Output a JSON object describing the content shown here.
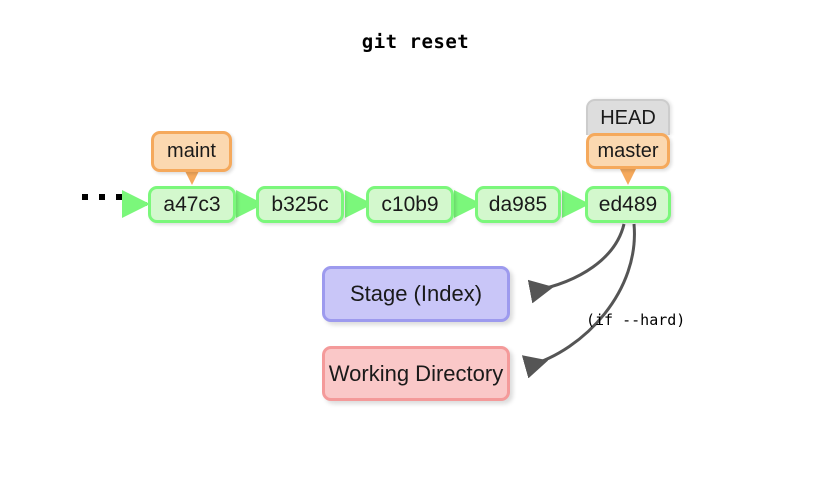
{
  "diagram": {
    "title": "git reset",
    "annotation": "(if --hard)",
    "ellipsis_name": "history-ellipsis",
    "colors": {
      "commit_fill": "#d3f8cd",
      "commit_border": "#7bf77b",
      "branch_fill": "#fbd8b0",
      "branch_border": "#f5a95c",
      "head_fill": "#dddddd",
      "head_border": "#cccccc",
      "stage_fill": "#c9c6f8",
      "stage_border": "#9d9aee",
      "workdir_fill": "#fac8c8",
      "workdir_border": "#f49a9a",
      "commit_arrow": "#7bf77b",
      "branch_arrow": "#f5a95c",
      "reset_arrow": "#555555"
    },
    "commits": [
      {
        "label": "a47c3"
      },
      {
        "label": "b325c"
      },
      {
        "label": "c10b9"
      },
      {
        "label": "da985"
      },
      {
        "label": "ed489"
      }
    ],
    "refs": {
      "maint": "maint",
      "head": "HEAD",
      "master": "master"
    },
    "areas": {
      "stage": "Stage (Index)",
      "working_directory": "Working Directory"
    }
  }
}
